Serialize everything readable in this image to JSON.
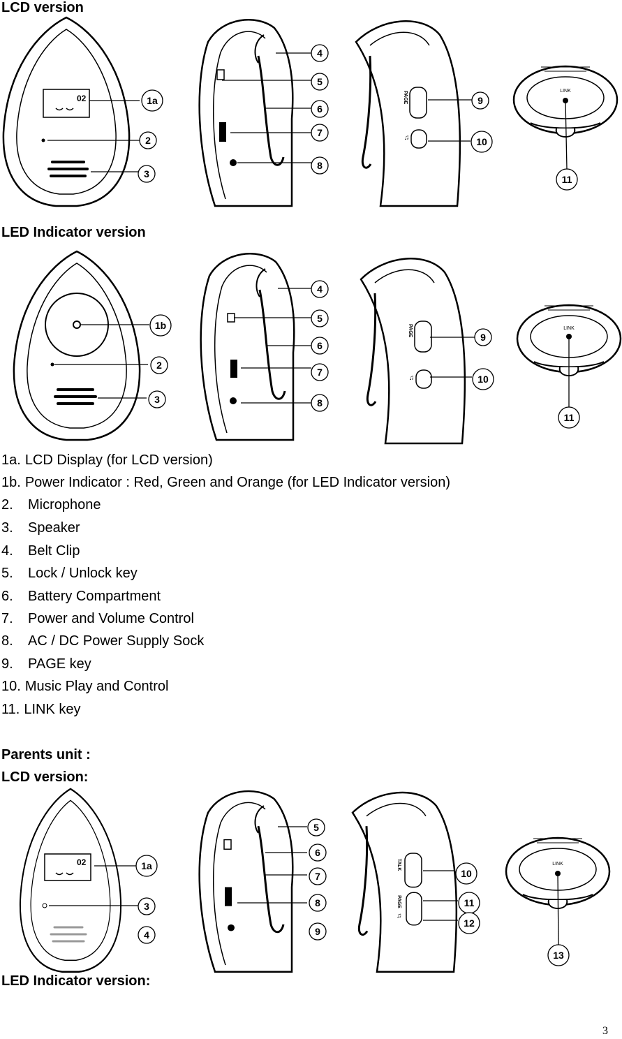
{
  "sections": {
    "lcd_version_title": "LCD version",
    "led_version_title": "LED Indicator version",
    "parents_title": "Parents unit :",
    "parents_lcd_title": "LCD version:",
    "parents_led_title": "LED Indicator version:"
  },
  "callouts": {
    "lcd_front": [
      "1a",
      "2",
      "3"
    ],
    "lcd_side": [
      "4",
      "5",
      "6",
      "7",
      "8"
    ],
    "lcd_back": [
      "9",
      "10"
    ],
    "lcd_top": [
      "11"
    ],
    "led_front": [
      "1b",
      "2",
      "3"
    ],
    "led_side": [
      "4",
      "5",
      "6",
      "7",
      "8"
    ],
    "led_back": [
      "9",
      "10"
    ],
    "led_top": [
      "11"
    ],
    "parent_front": [
      "1a",
      "3",
      "4"
    ],
    "parent_side": [
      "5",
      "6",
      "7",
      "8",
      "9"
    ],
    "parent_back": [
      "10",
      "11",
      "12"
    ],
    "parent_top": [
      "13"
    ]
  },
  "device_text": {
    "link": "LINK",
    "page": "PAGE",
    "talk": "TALK",
    "lcd_digits": "02"
  },
  "legend": [
    {
      "num": "1a.",
      "text": "LCD Display (for LCD version)"
    },
    {
      "num": "1b.",
      "text": "Power Indicator : Red, Green and Orange (for LED Indicator version)"
    },
    {
      "num": "2.",
      "text": "Microphone"
    },
    {
      "num": "3.",
      "text": "Speaker"
    },
    {
      "num": "4.",
      "text": "Belt Clip"
    },
    {
      "num": "5.",
      "text": "Lock / Unlock key"
    },
    {
      "num": "6.",
      "text": "Battery Compartment"
    },
    {
      "num": "7.",
      "text": "Power and Volume Control"
    },
    {
      "num": "8.",
      "text": "AC / DC Power Supply Sock"
    },
    {
      "num": "9.",
      "text": "PAGE key"
    },
    {
      "num": "10.",
      "text": "Music Play and Control"
    },
    {
      "num": "11.",
      "text": "LINK key"
    }
  ],
  "page_number": "3"
}
